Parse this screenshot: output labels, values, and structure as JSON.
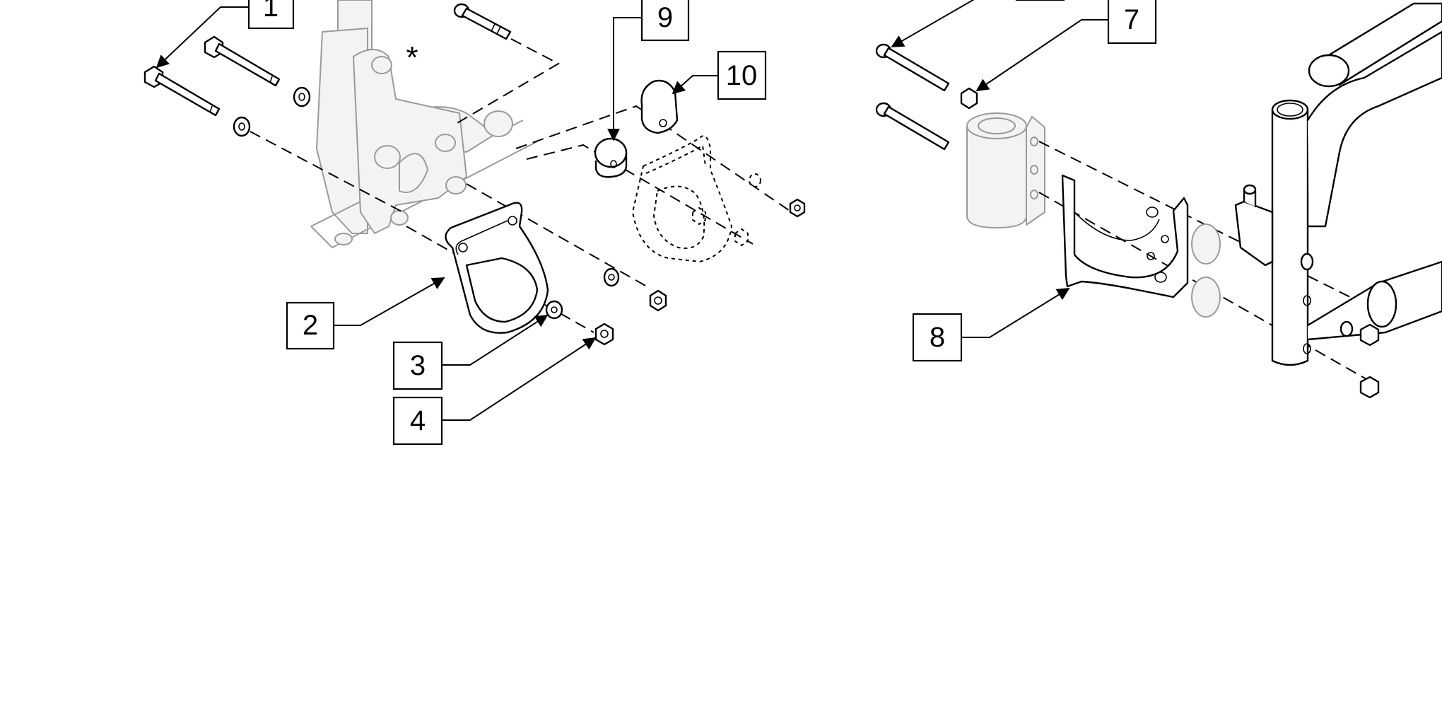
{
  "callouts": {
    "c1": "1",
    "c2": "2",
    "c3": "3",
    "c4": "4",
    "c7": "7",
    "c8": "8",
    "c9": "9",
    "c10": "10"
  },
  "note_mark": "*",
  "colors": {
    "line": "#000000",
    "ghost_fill": "#f3f3f3",
    "ghost_stroke": "#9a9a9a",
    "background": "#ffffff"
  }
}
